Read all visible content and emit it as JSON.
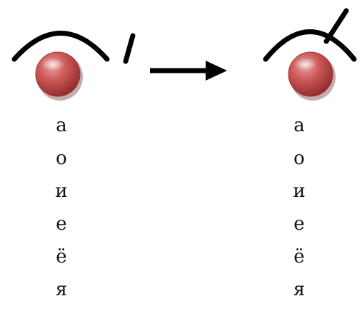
{
  "colors": {
    "stroke": "#000000",
    "ball_light": "#e6a1a1",
    "ball_mid": "#cd5757",
    "ball_dark": "#8e2a2a",
    "text": "#111111"
  },
  "left_group": {
    "vowels": [
      "а",
      "о",
      "и",
      "е",
      "ё",
      "я"
    ]
  },
  "right_group": {
    "vowels": [
      "а",
      "о",
      "и",
      "е",
      "ё",
      "я"
    ]
  },
  "icons": {
    "arc": "eyebrow-arc-icon",
    "ball": "red-ball-icon",
    "stress": "stress-mark-icon",
    "arrow": "right-arrow-icon"
  }
}
